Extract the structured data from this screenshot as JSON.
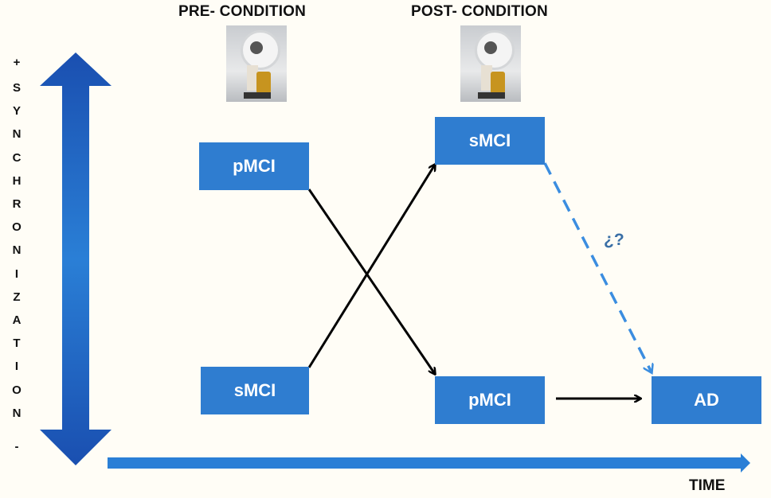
{
  "headings": {
    "pre": "PRE- CONDITION",
    "post": "POST- CONDITION"
  },
  "axis": {
    "plus": "+",
    "minus": "-",
    "letters": [
      "S",
      "Y",
      "N",
      "C",
      "H",
      "R",
      "O",
      "N",
      "I",
      "Z",
      "A",
      "T",
      "I",
      "O",
      "N"
    ],
    "time_label": "TIME"
  },
  "boxes": {
    "pre_top": "pMCI",
    "pre_bottom": "sMCI",
    "post_top": "sMCI",
    "post_bottom": "pMCI",
    "final": "AD"
  },
  "question": "¿?",
  "icons": {
    "scanner": "mri-scanner-icon"
  },
  "colors": {
    "box": "#2f7dd0",
    "arrow_blue": "#1f6fc8",
    "dashed": "#3b8de0"
  }
}
